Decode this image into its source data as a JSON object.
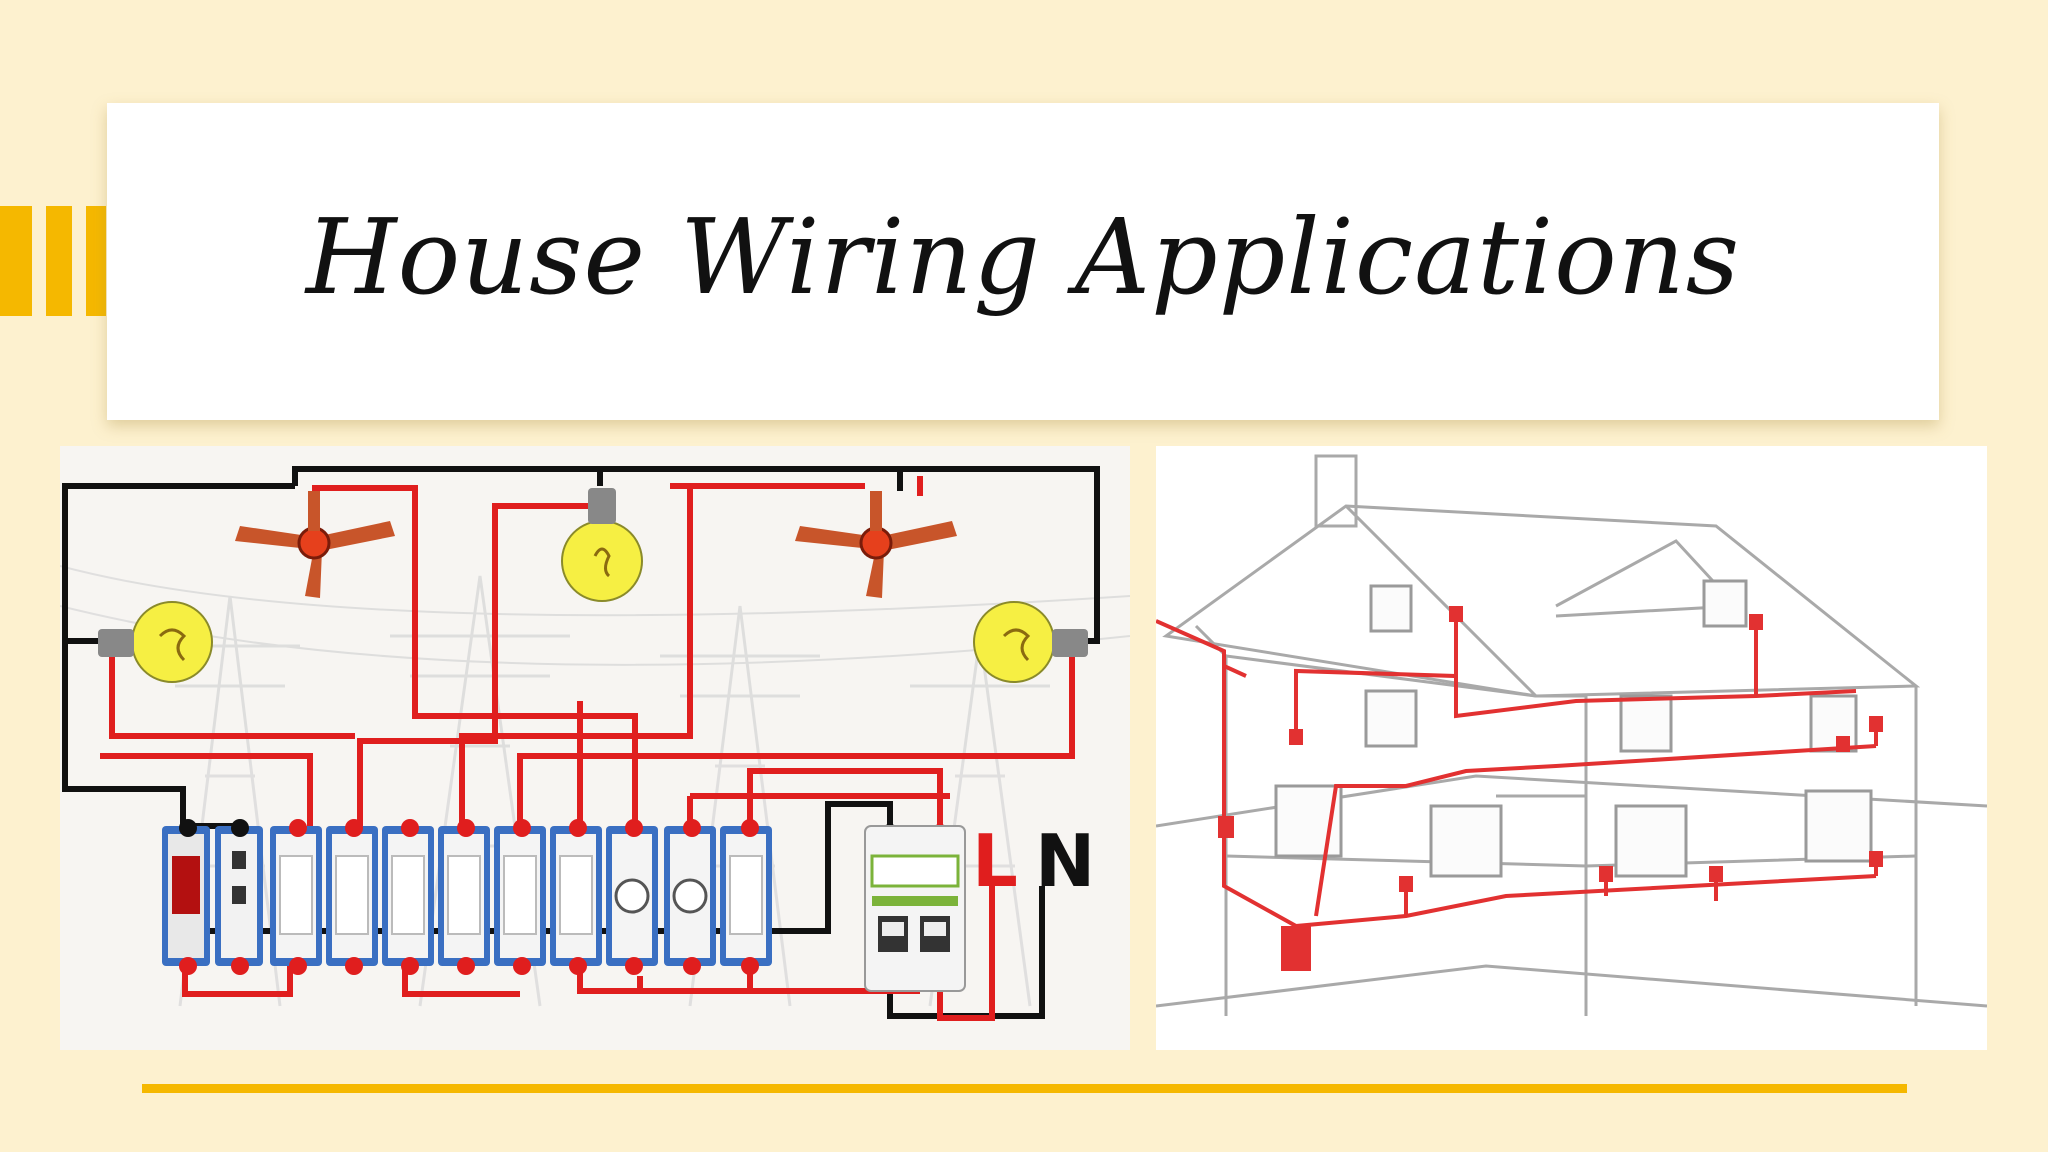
{
  "slide": {
    "title": "House Wiring Applications"
  },
  "wiring_diagram": {
    "labels": {
      "line": "L",
      "neutral": "N"
    }
  },
  "colors": {
    "background": "#fdf1cf",
    "accent": "#f5b800",
    "wire_live": "#e01e1e",
    "wire_neutral": "#111111"
  }
}
